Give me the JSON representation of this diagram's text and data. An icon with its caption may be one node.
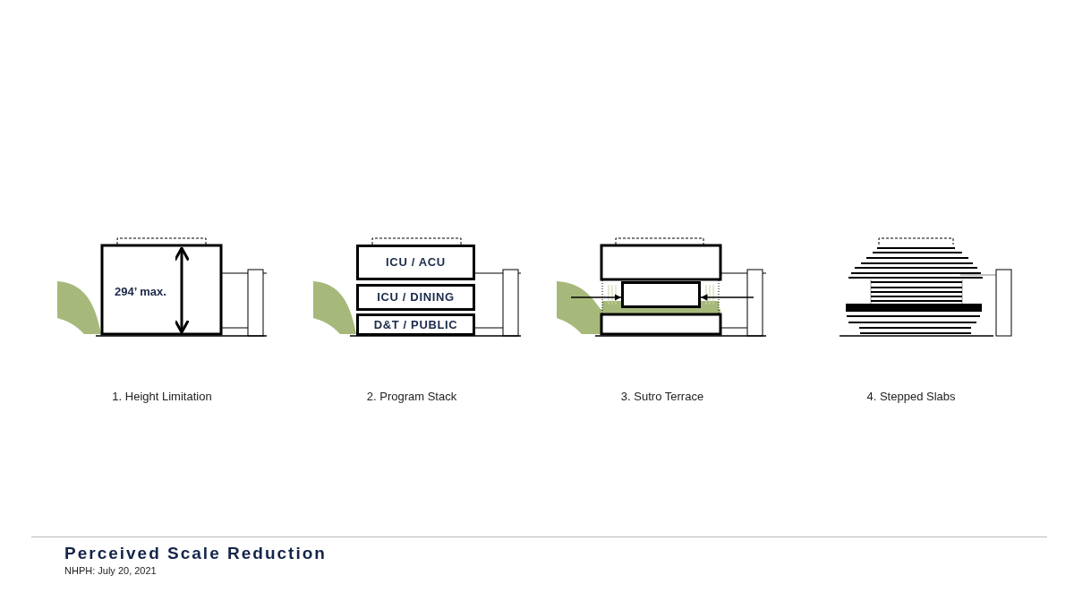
{
  "diagram": {
    "title": "Perceived Scale Reduction",
    "nodes": [
      {
        "text": [
          "ICU / ACU"
        ]
      },
      {
        "text": [
          "ICU / DINING"
        ]
      },
      {
        "text": [
          "D&T / PUBLIC"
        ]
      },
      {
        "text": [],
        "shape": "box"
      }
    ],
    "edges": [
      {
        "from": null,
        "to": 3,
        "arrow": "to"
      },
      {
        "from": null,
        "to": 3,
        "arrow": "to"
      }
    ],
    "labels": [
      "294’ max.",
      "1. Height Limitation",
      "2. Program Stack",
      "3. Sutro Terrace",
      "4. Stepped Slabs",
      "NHPH: July 20, 2021"
    ]
  }
}
